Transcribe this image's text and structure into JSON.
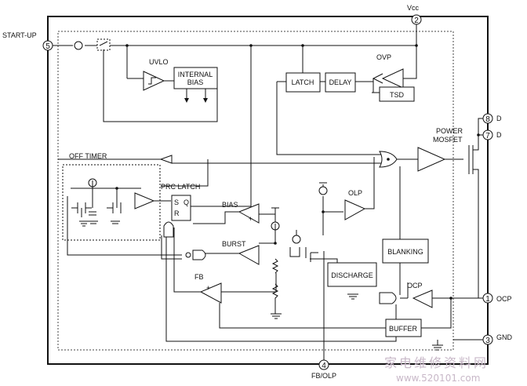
{
  "pins": {
    "p1": {
      "num": "1",
      "label": "OCP"
    },
    "p2": {
      "num": "2",
      "label": "Vcc"
    },
    "p3": {
      "num": "3",
      "label": "GND"
    },
    "p4": {
      "num": "4",
      "label": "FB/OLP"
    },
    "p5": {
      "num": "5",
      "label": "START-UP"
    },
    "p7": {
      "num": "7",
      "label": "D"
    },
    "p8": {
      "num": "8",
      "label": "D"
    }
  },
  "blocks": {
    "uvlo": "UVLO",
    "internal_bias_1": "INTERNAL",
    "internal_bias_2": "BIAS",
    "latch": "LATCH",
    "delay": "DELAY",
    "ovp": "OVP",
    "tsd": "TSD",
    "power_mosfet_1": "POWER",
    "power_mosfet_2": "MOSFET",
    "off_timer": "OFF TIMER",
    "prc_latch": "PRC LATCH",
    "latch_s": "S",
    "latch_q": "Q",
    "latch_r": "R",
    "bias": "BIAS",
    "burst": "BURST",
    "olp": "OLP",
    "discharge": "DISCHARGE",
    "blanking": "BLANKING",
    "fb": "FB",
    "ocp": "OCP",
    "buffer": "BUFFER"
  },
  "watermark": {
    "cn": "家电维修资料网",
    "url": "www.520101.com"
  }
}
